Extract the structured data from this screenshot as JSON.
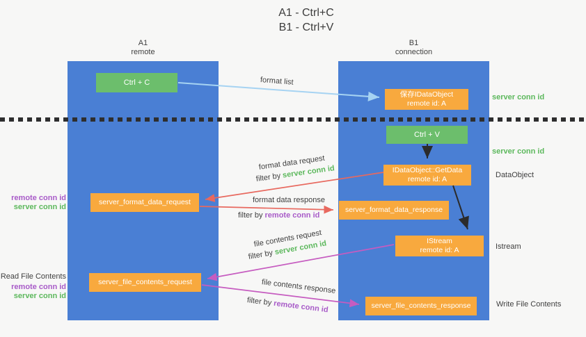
{
  "title": {
    "line1": "A1 - Ctrl+C",
    "line2": "B1 - Ctrl+V"
  },
  "lanes": {
    "left": {
      "name": "A1",
      "role": "remote"
    },
    "right": {
      "name": "B1",
      "role": "connection"
    }
  },
  "nodes": {
    "ctrl_c": {
      "label": "Ctrl + C"
    },
    "ctrl_v": {
      "label": "Ctrl + V"
    },
    "save_dataobject": {
      "line1": "保存IDataObject",
      "line2": "remote id: A"
    },
    "getdata": {
      "line1": "IDataObject::GetData",
      "line2": "remote id: A"
    },
    "istream": {
      "line1": "IStream",
      "line2": "remote id: A"
    },
    "format_request": {
      "label": "server_format_data_request"
    },
    "format_response": {
      "label": "server_format_data_response"
    },
    "file_request": {
      "label": "server_file_contents_request"
    },
    "file_response": {
      "label": "server_file_contents_response"
    }
  },
  "arrows": {
    "format_list": {
      "label": "format list"
    },
    "format_data_request": {
      "label": "format data request",
      "filter_prefix": "filter by ",
      "filter_key": "server conn id"
    },
    "format_data_response": {
      "label": "format data response",
      "filter_prefix": "filter by ",
      "filter_key": "remote conn id"
    },
    "file_contents_request": {
      "label": "file contents request",
      "filter_prefix": "filter by ",
      "filter_key": "server conn id"
    },
    "file_contents_response": {
      "label": "file contents response",
      "filter_prefix": "filter by ",
      "filter_key": "remote conn id"
    }
  },
  "annotations": {
    "right": {
      "server_conn_id_top": "server conn id",
      "server_conn_id_mid": "server conn id",
      "dataobject": "DataObject",
      "istream": "Istream",
      "write_file_contents": "Write File Contents"
    },
    "left": {
      "remote_conn_id_top": "remote conn id",
      "server_conn_id_top": "server conn id",
      "read_file_contents": "Read File Contents",
      "remote_conn_id_bottom": "remote conn id",
      "server_conn_id_bottom": "server conn id"
    }
  },
  "colors": {
    "lane_blue": "#4a7fd4",
    "box_green": "#6cbe6c",
    "box_orange": "#f8a93e",
    "arrow_light_blue": "#a6d3f2",
    "arrow_red": "#e8695f",
    "arrow_magenta": "#c65cc0",
    "arrow_black": "#2b2b2b",
    "text_green": "#5cb85c",
    "text_purple": "#a85bc8",
    "text_dark": "#3f3f3f",
    "background": "#f7f7f6"
  }
}
